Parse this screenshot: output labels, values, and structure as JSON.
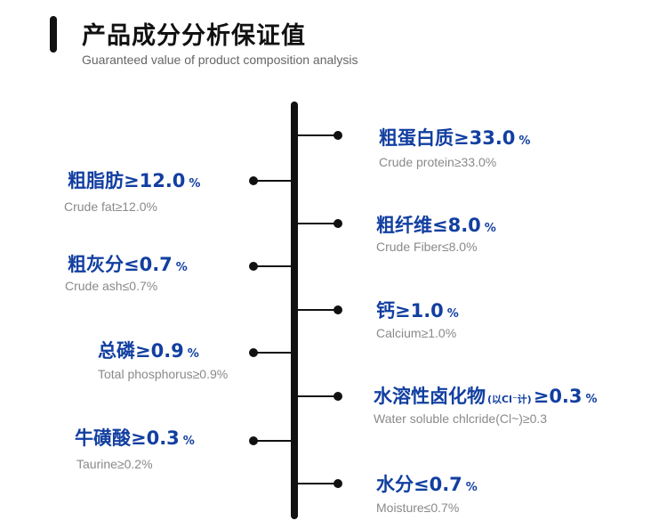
{
  "header": {
    "title": "产品成分分析保证值",
    "subtitle": "Guaranteed value of product composition analysis"
  },
  "colors": {
    "accent": "#123fa0",
    "line": "#111111",
    "sub_text": "#8a8a8a"
  },
  "items": [
    {
      "label": "粗蛋白质",
      "value": "≥33.0",
      "unit": "%",
      "note": "",
      "english": "Crude protein≥33.0%"
    },
    {
      "label": "粗脂肪",
      "value": "≥12.0",
      "unit": "%",
      "note": "",
      "english": "Crude fat≥12.0%"
    },
    {
      "label": "粗纤维",
      "value": "≤8.0",
      "unit": "%",
      "note": "",
      "english": "Crude Fiber≤8.0%"
    },
    {
      "label": "粗灰分",
      "value": "≤0.7",
      "unit": "%",
      "note": "",
      "english": "Crude ash≤0.7%"
    },
    {
      "label": "钙",
      "value": "≥1.0",
      "unit": "%",
      "note": "",
      "english": "Calcium≥1.0%"
    },
    {
      "label": "总磷",
      "value": "≥0.9",
      "unit": "%",
      "note": "",
      "english": "Total phosphorus≥0.9%"
    },
    {
      "label": "水溶性卤化物",
      "value": "≥0.3",
      "unit": "%",
      "note": "(以Cl⁻计)",
      "english": "Water soluble chlcride(Cl~)≥0.3"
    },
    {
      "label": "牛磺酸",
      "value": "≥0.3",
      "unit": "%",
      "note": "",
      "english": "Taurine≥0.2%"
    },
    {
      "label": "水分",
      "value": "≤0.7",
      "unit": "%",
      "note": "",
      "english": "Moisture≤0.7%"
    }
  ]
}
